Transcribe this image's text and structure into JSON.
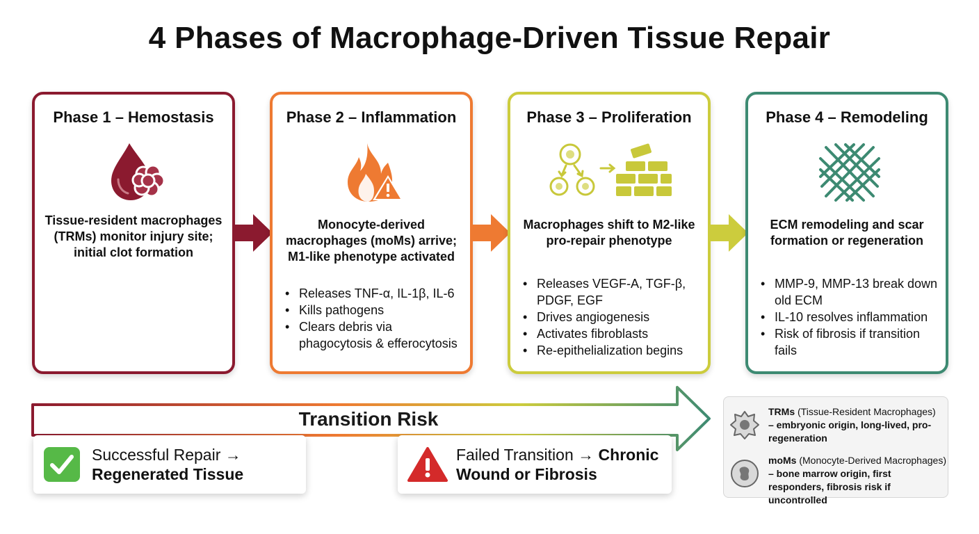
{
  "title": "4 Phases of Macrophage-Driven Tissue Repair",
  "colors": {
    "phase1": "#8b1a2f",
    "phase2": "#ee7a32",
    "phase3": "#cccc3d",
    "phase4": "#3d8a72"
  },
  "phases": [
    {
      "title": "Phase 1 – Hemostasis",
      "icon": "blood-drop-icon",
      "summary": "Tissue-resident macrophages (TRMs) monitor injury site; initial clot formation",
      "bullets": []
    },
    {
      "title": "Phase 2 – Inflammation",
      "icon": "flame-warning-icon",
      "summary": "Monocyte-derived macrophages (moMs) arrive; M1-like phenotype activated",
      "bullets": [
        "Releases TNF-α, IL-1β, IL-6",
        "Kills pathogens",
        "Clears debris via phagocytosis & efferocytosis"
      ]
    },
    {
      "title": "Phase 3 – Proliferation",
      "icon": "cells-to-bricks-icon",
      "summary": "Macrophages shift to M2-like pro-repair phenotype",
      "bullets": [
        "Releases VEGF-A, TGF-β, PDGF, EGF",
        "Drives angiogenesis",
        "Activates fibroblasts",
        "Re-epithelialization begins"
      ]
    },
    {
      "title": "Phase 4 – Remodeling",
      "icon": "mesh-icon",
      "summary": "ECM remodeling and scar formation or regeneration",
      "bullets": [
        "MMP-9, MMP-13 break down old ECM",
        "IL-10 resolves inflammation",
        "Risk of fibrosis if transition fails"
      ]
    }
  ],
  "transition": {
    "label": "Transition Risk"
  },
  "outcomes": {
    "success": {
      "icon": "check-icon",
      "text": "Successful Repair →",
      "bold": "Regenerated Tissue"
    },
    "failure": {
      "icon": "warning-icon",
      "text": "Failed Transition →",
      "bold_inline": "Chronic",
      "bold": "Wound or Fibrosis"
    }
  },
  "legend": {
    "trm": {
      "icon": "trm-cell-icon",
      "abbr": "TRMs",
      "full": "(Tissue-Resident Macrophages)",
      "desc": "– embryonic origin, long-lived, pro-regeneration"
    },
    "mom": {
      "icon": "mom-cell-icon",
      "abbr": "moMs",
      "full": "(Monocyte-Derived Macrophages)",
      "desc": "– bone marrow origin, first responders, fibrosis risk if uncontrolled"
    }
  }
}
